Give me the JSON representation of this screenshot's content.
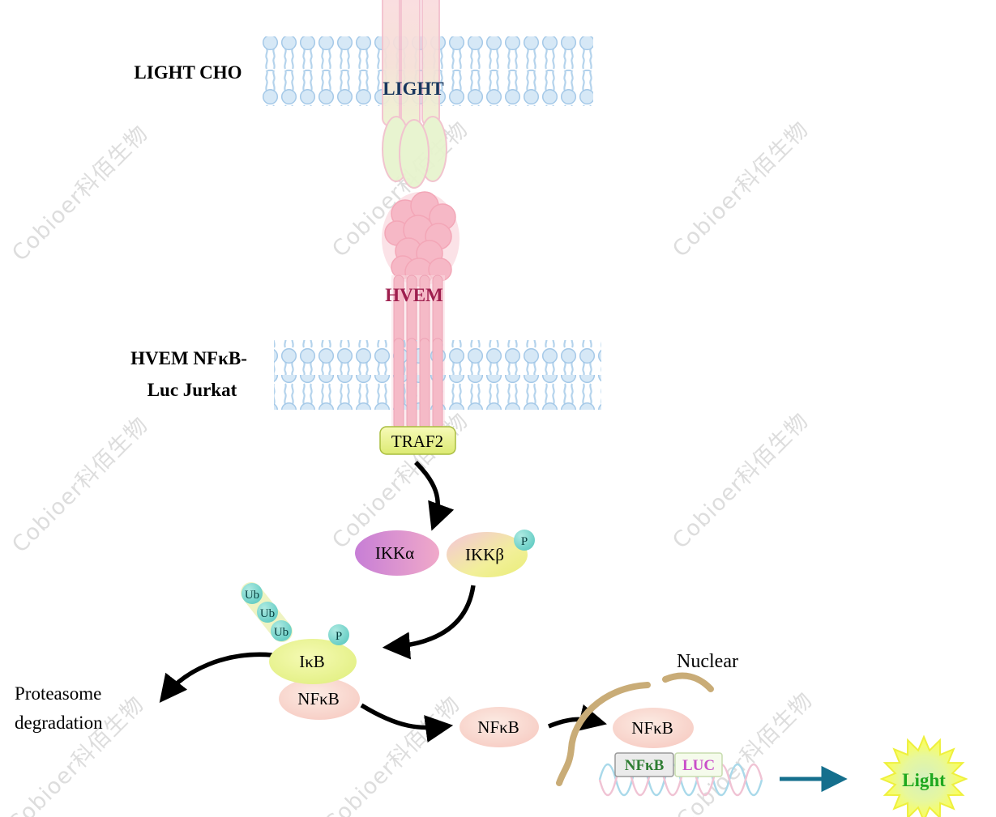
{
  "watermark": {
    "text": "Cobioer科佰生物"
  },
  "cells": {
    "light_cho": "LIGHT CHO",
    "hvem_line1": "HVEM NFκB-",
    "hvem_line2": "Luc Jurkat"
  },
  "molecules": {
    "light": "LIGHT",
    "hvem": "HVEM",
    "traf2": "TRAF2",
    "ikk_alpha": "IKKα",
    "ikk_beta": "IKKβ",
    "ikb": "IκB",
    "nfkb": "NFκB",
    "phospho": "P",
    "ubiquitin": "Ub"
  },
  "annotations": {
    "proteasome_line1": "Proteasome",
    "proteasome_line2": "degradation",
    "nuclear": "Nuclear"
  },
  "reporter": {
    "gene": "NFκB",
    "luc": "LUC",
    "output": "Light"
  },
  "colors": {
    "light_label": "#17365d",
    "hvem_label": "#9e1f4e",
    "gene_text": "#2e7d32",
    "luc_text": "#c94fc9",
    "light_output": "#1fa81f",
    "teal_arrow": "#156f8d",
    "nuclear_membrane": "#c9ac77",
    "phospho_fill": "#5ecdc5",
    "arrow": "#000000",
    "watermark": "#d7d7d7"
  }
}
